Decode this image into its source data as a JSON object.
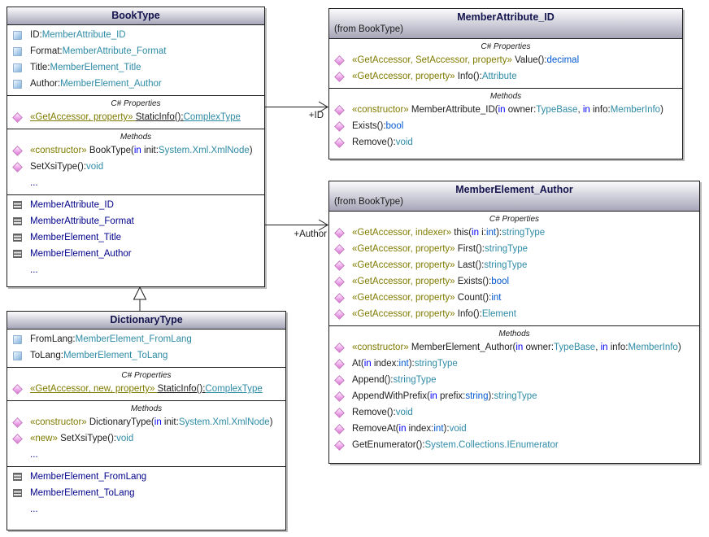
{
  "palette": {
    "border": "#1c1c1c",
    "shadow": "#b9b9b9",
    "headerTop": "#fbfbfd",
    "headerBottom": "#a6a5b8",
    "titleColor": "#14144e",
    "memberName": "#1c1c1c",
    "stereotype": "#7f7b00",
    "keyword": "#0000ff",
    "primitive": "#0058d0",
    "classType": "#2e8ba6",
    "nestedName": "#00008b",
    "attributeIconBlue": "#84b2dc",
    "propertyIconPink": "#d878d2",
    "nestedIconGray": "#6a6a6a"
  },
  "icons": {
    "attribute": "attribute-square-icon",
    "property": "property-diamond-icon",
    "nested": "nested-class-icon",
    "none": "row-indent-spacer"
  },
  "connectors": {
    "id": {
      "label": "+ID"
    },
    "author": {
      "label": "+Author"
    }
  },
  "classes": {
    "bookType": {
      "title": "BookType",
      "sections": [
        {
          "label": null,
          "rows": [
            {
              "icon": "attribute",
              "tokens": [
                [
                  "ID:",
                  "name"
                ],
                [
                  "MemberAttribute_ID",
                  "type"
                ]
              ]
            },
            {
              "icon": "attribute",
              "tokens": [
                [
                  "Format:",
                  "name"
                ],
                [
                  "MemberAttribute_Format",
                  "type"
                ]
              ]
            },
            {
              "icon": "attribute",
              "tokens": [
                [
                  "Title:",
                  "name"
                ],
                [
                  "MemberElement_Title",
                  "type"
                ]
              ]
            },
            {
              "icon": "attribute",
              "tokens": [
                [
                  "Author:",
                  "name"
                ],
                [
                  "MemberElement_Author",
                  "type"
                ]
              ]
            }
          ]
        },
        {
          "label": "C# Properties",
          "rows": [
            {
              "icon": "property",
              "underline": true,
              "tokens": [
                [
                  "«GetAccessor, property» ",
                  "stereo"
                ],
                [
                  "StaticInfo():",
                  "name"
                ],
                [
                  "ComplexType",
                  "type"
                ]
              ]
            }
          ]
        },
        {
          "label": "Methods",
          "rows": [
            {
              "icon": "property",
              "tokens": [
                [
                  "«constructor» ",
                  "stereo"
                ],
                [
                  "BookType(",
                  "name"
                ],
                [
                  "in",
                  "kw"
                ],
                [
                  " init:",
                  "name"
                ],
                [
                  "System.Xml.XmlNode",
                  "type"
                ],
                [
                  ")",
                  "name"
                ]
              ]
            },
            {
              "icon": "property",
              "tokens": [
                [
                  "SetXsiType():",
                  "name"
                ],
                [
                  "void",
                  "type"
                ]
              ]
            },
            {
              "icon": "none",
              "tokens": [
                [
                  "...",
                  "navy"
                ]
              ]
            }
          ]
        },
        {
          "label": null,
          "rows": [
            {
              "icon": "nested",
              "tokens": [
                [
                  "MemberAttribute_ID",
                  "navy"
                ]
              ]
            },
            {
              "icon": "nested",
              "tokens": [
                [
                  "MemberAttribute_Format",
                  "navy"
                ]
              ]
            },
            {
              "icon": "nested",
              "tokens": [
                [
                  "MemberElement_Title",
                  "navy"
                ]
              ]
            },
            {
              "icon": "nested",
              "tokens": [
                [
                  "MemberElement_Author",
                  "navy"
                ]
              ]
            },
            {
              "icon": "none",
              "tokens": [
                [
                  "...",
                  "navy"
                ]
              ]
            }
          ]
        }
      ]
    },
    "memberAttributeId": {
      "title": "MemberAttribute_ID",
      "from": "(from BookType)",
      "sections": [
        {
          "label": "C# Properties",
          "rows": [
            {
              "icon": "property",
              "tokens": [
                [
                  "«GetAccessor, SetAccessor, property» ",
                  "stereo"
                ],
                [
                  "Value():",
                  "name"
                ],
                [
                  "decimal",
                  "prim"
                ]
              ]
            },
            {
              "icon": "property",
              "tokens": [
                [
                  "«GetAccessor, property» ",
                  "stereo"
                ],
                [
                  "Info():",
                  "name"
                ],
                [
                  "Attribute",
                  "type"
                ]
              ]
            }
          ]
        },
        {
          "label": "Methods",
          "rows": [
            {
              "icon": "property",
              "tokens": [
                [
                  "«constructor» ",
                  "stereo"
                ],
                [
                  "MemberAttribute_ID(",
                  "name"
                ],
                [
                  "in",
                  "kw"
                ],
                [
                  " owner:",
                  "name"
                ],
                [
                  "TypeBase",
                  "type"
                ],
                [
                  ", ",
                  "name"
                ],
                [
                  "in",
                  "kw"
                ],
                [
                  " info:",
                  "name"
                ],
                [
                  "MemberInfo",
                  "type"
                ],
                [
                  ")",
                  "name"
                ]
              ]
            },
            {
              "icon": "property",
              "tokens": [
                [
                  "Exists():",
                  "name"
                ],
                [
                  "bool",
                  "prim"
                ]
              ]
            },
            {
              "icon": "property",
              "tokens": [
                [
                  "Remove():",
                  "name"
                ],
                [
                  "void",
                  "type"
                ]
              ]
            }
          ]
        }
      ]
    },
    "memberElementAuthor": {
      "title": "MemberElement_Author",
      "from": "(from BookType)",
      "sections": [
        {
          "label": "C# Properties",
          "rows": [
            {
              "icon": "property",
              "tokens": [
                [
                  "«GetAccessor, indexer» ",
                  "stereo"
                ],
                [
                  "this(",
                  "name"
                ],
                [
                  "in",
                  "kw"
                ],
                [
                  " i:",
                  "name"
                ],
                [
                  "int",
                  "prim"
                ],
                [
                  "):",
                  "name"
                ],
                [
                  "stringType",
                  "type"
                ]
              ]
            },
            {
              "icon": "property",
              "tokens": [
                [
                  "«GetAccessor, property» ",
                  "stereo"
                ],
                [
                  "First():",
                  "name"
                ],
                [
                  "stringType",
                  "type"
                ]
              ]
            },
            {
              "icon": "property",
              "tokens": [
                [
                  "«GetAccessor, property» ",
                  "stereo"
                ],
                [
                  "Last():",
                  "name"
                ],
                [
                  "stringType",
                  "type"
                ]
              ]
            },
            {
              "icon": "property",
              "tokens": [
                [
                  "«GetAccessor, property» ",
                  "stereo"
                ],
                [
                  "Exists():",
                  "name"
                ],
                [
                  "bool",
                  "prim"
                ]
              ]
            },
            {
              "icon": "property",
              "tokens": [
                [
                  "«GetAccessor, property» ",
                  "stereo"
                ],
                [
                  "Count():",
                  "name"
                ],
                [
                  "int",
                  "prim"
                ]
              ]
            },
            {
              "icon": "property",
              "tokens": [
                [
                  "«GetAccessor, property» ",
                  "stereo"
                ],
                [
                  "Info():",
                  "name"
                ],
                [
                  "Element",
                  "type"
                ]
              ]
            }
          ]
        },
        {
          "label": "Methods",
          "rows": [
            {
              "icon": "property",
              "tokens": [
                [
                  "«constructor» ",
                  "stereo"
                ],
                [
                  "MemberElement_Author(",
                  "name"
                ],
                [
                  "in",
                  "kw"
                ],
                [
                  " owner:",
                  "name"
                ],
                [
                  "TypeBase",
                  "type"
                ],
                [
                  ", ",
                  "name"
                ],
                [
                  "in",
                  "kw"
                ],
                [
                  " info:",
                  "name"
                ],
                [
                  "MemberInfo",
                  "type"
                ],
                [
                  ")",
                  "name"
                ]
              ]
            },
            {
              "icon": "property",
              "tokens": [
                [
                  "At(",
                  "name"
                ],
                [
                  "in",
                  "kw"
                ],
                [
                  " index:",
                  "name"
                ],
                [
                  "int",
                  "prim"
                ],
                [
                  "):",
                  "name"
                ],
                [
                  "stringType",
                  "type"
                ]
              ]
            },
            {
              "icon": "property",
              "tokens": [
                [
                  "Append():",
                  "name"
                ],
                [
                  "stringType",
                  "type"
                ]
              ]
            },
            {
              "icon": "property",
              "tokens": [
                [
                  "AppendWithPrefix(",
                  "name"
                ],
                [
                  "in",
                  "kw"
                ],
                [
                  " prefix:",
                  "name"
                ],
                [
                  "string",
                  "prim"
                ],
                [
                  "):",
                  "name"
                ],
                [
                  "stringType",
                  "type"
                ]
              ]
            },
            {
              "icon": "property",
              "tokens": [
                [
                  "Remove():",
                  "name"
                ],
                [
                  "void",
                  "type"
                ]
              ]
            },
            {
              "icon": "property",
              "tokens": [
                [
                  "RemoveAt(",
                  "name"
                ],
                [
                  "in",
                  "kw"
                ],
                [
                  " index:",
                  "name"
                ],
                [
                  "int",
                  "prim"
                ],
                [
                  "):",
                  "name"
                ],
                [
                  "void",
                  "type"
                ]
              ]
            },
            {
              "icon": "property",
              "tokens": [
                [
                  "GetEnumerator():",
                  "name"
                ],
                [
                  "System.Collections.IEnumerator",
                  "type"
                ]
              ]
            }
          ]
        }
      ]
    },
    "dictionaryType": {
      "title": "DictionaryType",
      "sections": [
        {
          "label": null,
          "rows": [
            {
              "icon": "attribute",
              "tokens": [
                [
                  "FromLang:",
                  "name"
                ],
                [
                  "MemberElement_FromLang",
                  "type"
                ]
              ]
            },
            {
              "icon": "attribute",
              "tokens": [
                [
                  "ToLang:",
                  "name"
                ],
                [
                  "MemberElement_ToLang",
                  "type"
                ]
              ]
            }
          ]
        },
        {
          "label": "C# Properties",
          "rows": [
            {
              "icon": "property",
              "underline": true,
              "tokens": [
                [
                  "«GetAccessor, new, property» ",
                  "stereo"
                ],
                [
                  "StaticInfo():",
                  "name"
                ],
                [
                  "ComplexType",
                  "type"
                ]
              ]
            }
          ]
        },
        {
          "label": "Methods",
          "rows": [
            {
              "icon": "property",
              "tokens": [
                [
                  "«constructor» ",
                  "stereo"
                ],
                [
                  "DictionaryType(",
                  "name"
                ],
                [
                  "in",
                  "kw"
                ],
                [
                  " init:",
                  "name"
                ],
                [
                  "System.Xml.XmlNode",
                  "type"
                ],
                [
                  ")",
                  "name"
                ]
              ]
            },
            {
              "icon": "property",
              "tokens": [
                [
                  "«new» ",
                  "stereo"
                ],
                [
                  "SetXsiType():",
                  "name"
                ],
                [
                  "void",
                  "type"
                ]
              ]
            },
            {
              "icon": "none",
              "tokens": [
                [
                  "...",
                  "navy"
                ]
              ]
            }
          ]
        },
        {
          "label": null,
          "rows": [
            {
              "icon": "nested",
              "tokens": [
                [
                  "MemberElement_FromLang",
                  "navy"
                ]
              ]
            },
            {
              "icon": "nested",
              "tokens": [
                [
                  "MemberElement_ToLang",
                  "navy"
                ]
              ]
            },
            {
              "icon": "none",
              "tokens": [
                [
                  "...",
                  "navy"
                ]
              ]
            }
          ]
        }
      ]
    }
  }
}
